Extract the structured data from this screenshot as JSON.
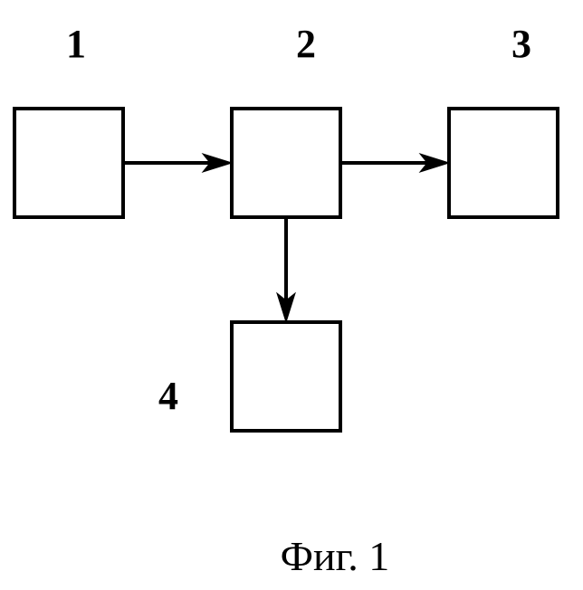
{
  "diagram": {
    "nodes": [
      {
        "id": "1",
        "label": "1"
      },
      {
        "id": "2",
        "label": "2"
      },
      {
        "id": "3",
        "label": "3"
      },
      {
        "id": "4",
        "label": "4"
      }
    ],
    "edges": [
      {
        "from": "1",
        "to": "2"
      },
      {
        "from": "2",
        "to": "3"
      },
      {
        "from": "2",
        "to": "4"
      }
    ],
    "caption": "Фиг. 1"
  }
}
